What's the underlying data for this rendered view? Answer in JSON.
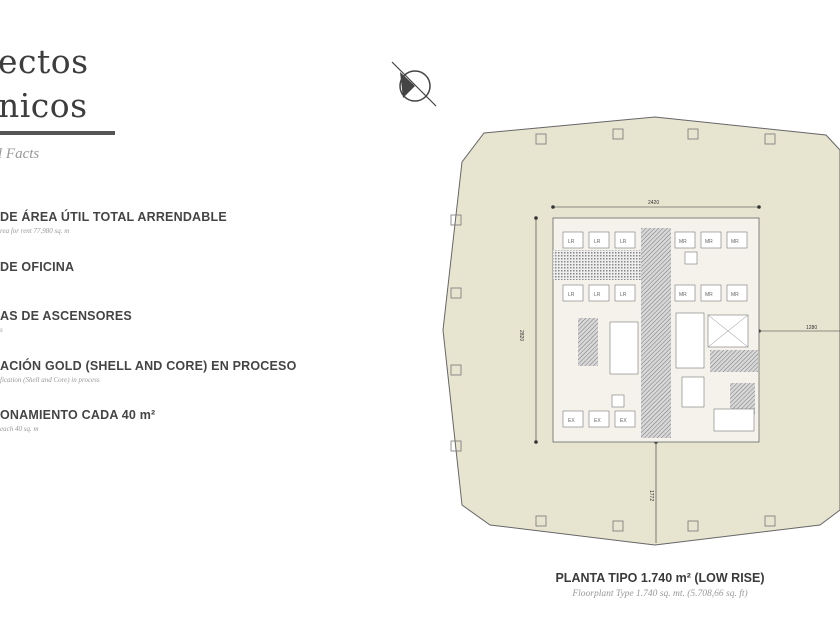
{
  "title": {
    "line1": "ectos",
    "line2": "nicos"
  },
  "subtitle": "l Facts",
  "facts": [
    {
      "heading": "DE ÁREA ÚTIL TOTAL ARRENDABLE",
      "sub": "rea for rent 77,980 sq. m"
    },
    {
      "heading": "DE OFICINA",
      "sub": ""
    },
    {
      "heading": "AS DE ASCENSORES",
      "sub": "s"
    },
    {
      "heading": "ACIÓN GOLD (SHELL AND CORE) EN PROCESO",
      "sub": "fication (Shell and Core) in process"
    },
    {
      "heading": "ONAMIENTO CADA 40 m²",
      "sub": "each 40 sq. m"
    }
  ],
  "plan": {
    "dimensions": {
      "top": "2420",
      "left": "2820",
      "right": "1280",
      "bottom": "1772"
    },
    "elevator_labels": {
      "low_rise": "LR",
      "mid_rise": "MR",
      "express": "EX"
    },
    "colors": {
      "floor": "#e7e4d0",
      "outline": "#666666",
      "core": "#f4f2ea"
    }
  },
  "caption": {
    "heading": "PLANTA TIPO 1.740 m² (LOW RISE)",
    "sub": "Floorplant Type 1.740 sq. mt. (5.708,66 sq. ft)"
  }
}
